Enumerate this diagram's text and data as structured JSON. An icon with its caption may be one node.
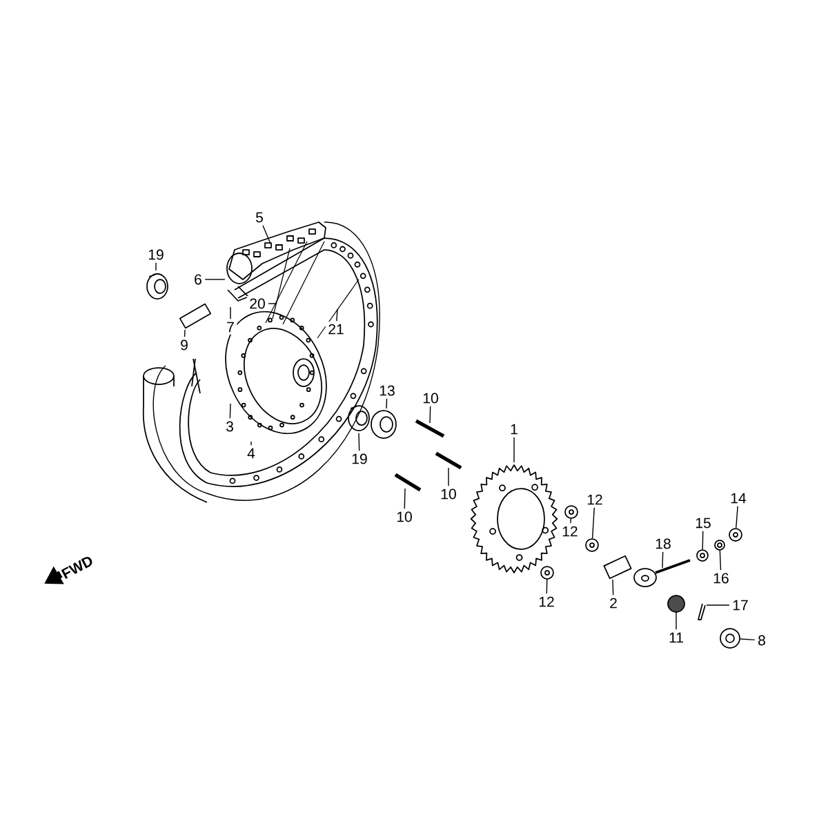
{
  "diagram": {
    "nodes": [
      {
        "text": [
          "5"
        ]
      },
      {
        "text": [
          "19"
        ]
      },
      {
        "text": [
          "6"
        ]
      },
      {
        "text": [
          "20"
        ]
      },
      {
        "text": [
          "7"
        ]
      },
      {
        "text": [
          "9"
        ]
      },
      {
        "text": [
          "21"
        ]
      },
      {
        "text": [
          "3"
        ]
      },
      {
        "text": [
          "4"
        ]
      },
      {
        "text": [
          "13"
        ]
      },
      {
        "text": [
          "10"
        ]
      },
      {
        "text": [
          "19"
        ]
      },
      {
        "text": [
          "1"
        ]
      },
      {
        "text": [
          "10"
        ]
      },
      {
        "text": [
          "10"
        ]
      },
      {
        "text": [
          "12"
        ]
      },
      {
        "text": [
          "14"
        ]
      },
      {
        "text": [
          "12"
        ]
      },
      {
        "text": [
          "15"
        ]
      },
      {
        "text": [
          "18"
        ]
      },
      {
        "text": [
          "16"
        ]
      },
      {
        "text": [
          "12"
        ]
      },
      {
        "text": [
          "2"
        ]
      },
      {
        "text": [
          "17"
        ]
      },
      {
        "text": [
          "11"
        ]
      },
      {
        "text": [
          "8"
        ]
      },
      {
        "text": [],
        "shape": "picture"
      },
      {
        "text": [],
        "shape": "circle"
      },
      {
        "text": [],
        "shape": "circle"
      },
      {
        "text": [],
        "shape": "circle"
      },
      {
        "text": [],
        "shape": "circle"
      },
      {
        "text": [],
        "shape": "circle"
      },
      {
        "text": [],
        "shape": "circle"
      },
      {
        "text": [],
        "shape": "circle"
      },
      {
        "text": [],
        "shape": "circle"
      }
    ],
    "edges": [
      {
        "from": 0,
        "to": 26,
        "arrow": "none"
      },
      {
        "from": 1,
        "to": null,
        "arrow": "none"
      },
      {
        "from": 2,
        "to": null,
        "arrow": "none"
      },
      {
        "from": 3,
        "to": null,
        "arrow": "none"
      },
      {
        "from": 4,
        "to": null,
        "arrow": "none"
      },
      {
        "from": 5,
        "to": null,
        "arrow": "none"
      },
      {
        "from": 6,
        "to": null,
        "arrow": "none"
      },
      {
        "from": 7,
        "to": null,
        "arrow": "none"
      },
      {
        "from": 8,
        "to": null,
        "arrow": "none"
      },
      {
        "from": 9,
        "to": null,
        "arrow": "none"
      },
      {
        "from": 10,
        "to": null,
        "arrow": "none"
      },
      {
        "from": 11,
        "to": null,
        "arrow": "none"
      },
      {
        "from": 12,
        "to": null,
        "arrow": "none"
      },
      {
        "from": 13,
        "to": null,
        "arrow": "none"
      },
      {
        "from": 14,
        "to": null,
        "arrow": "none"
      },
      {
        "from": 15,
        "to": 29,
        "arrow": "none"
      },
      {
        "from": 16,
        "to": 34,
        "arrow": "none"
      },
      {
        "from": 17,
        "to": 28,
        "arrow": "none"
      },
      {
        "from": 18,
        "to": 31,
        "arrow": "none"
      },
      {
        "from": 19,
        "to": null,
        "arrow": "none"
      },
      {
        "from": 20,
        "to": 32,
        "arrow": "none"
      },
      {
        "from": 21,
        "to": 27,
        "arrow": "none"
      },
      {
        "from": 22,
        "to": null,
        "arrow": "none"
      },
      {
        "from": 23,
        "to": null,
        "arrow": "none"
      },
      {
        "from": 24,
        "to": 30,
        "arrow": "none"
      },
      {
        "from": 25,
        "to": 33,
        "arrow": "none"
      }
    ],
    "labels": [
      "FWD"
    ]
  }
}
